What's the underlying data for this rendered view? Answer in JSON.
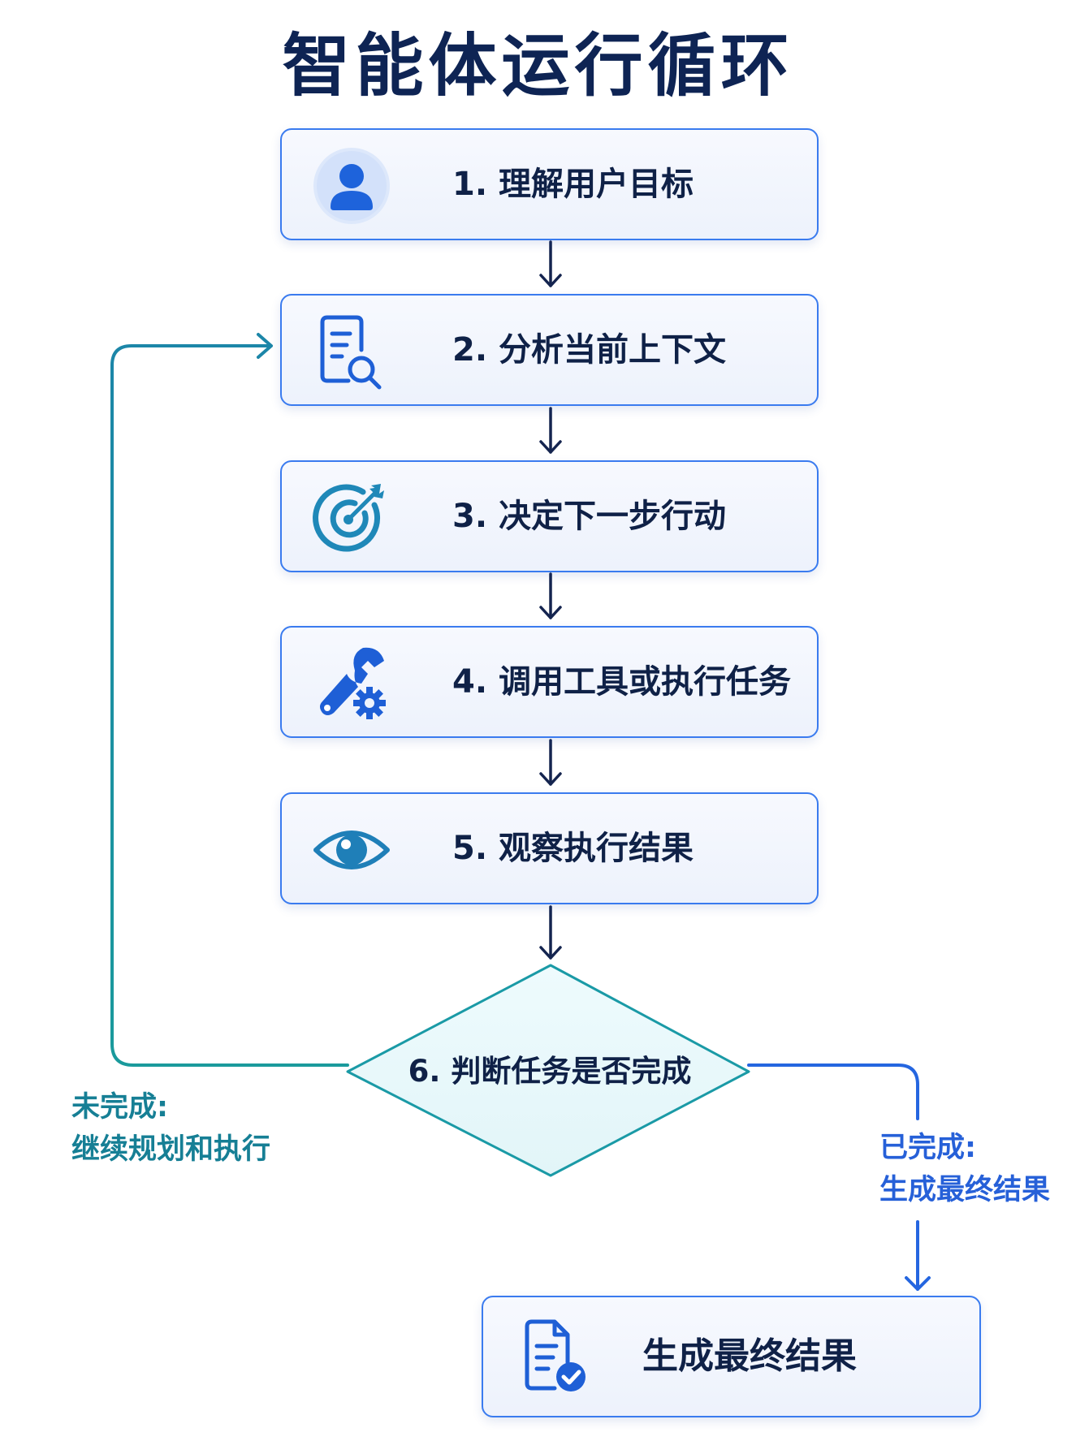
{
  "title": "智能体运行循环",
  "steps": [
    {
      "label": "1. 理解用户目标",
      "icon": "user-icon"
    },
    {
      "label": "2. 分析当前上下文",
      "icon": "document-search-icon"
    },
    {
      "label": "3. 决定下一步行动",
      "icon": "target-icon"
    },
    {
      "label": "4. 调用工具或执行任务",
      "icon": "wrench-gear-icon"
    },
    {
      "label": "5. 观察执行结果",
      "icon": "eye-icon"
    }
  ],
  "decision": {
    "label": "6. 判断任务是否完成"
  },
  "branches": {
    "not_done": {
      "line1": "未完成:",
      "line2": "继续规划和执行",
      "color": "#167f95"
    },
    "done": {
      "line1": "已完成:",
      "line2": "生成最终结果",
      "color": "#2660d8"
    }
  },
  "final": {
    "label": "生成最终结果",
    "icon": "document-check-icon"
  },
  "colors": {
    "title": "#0e2454",
    "box_border": "#3a7bef",
    "arrow": "#14244f",
    "loop": "#1a8ea3",
    "done": "#2566e0"
  }
}
